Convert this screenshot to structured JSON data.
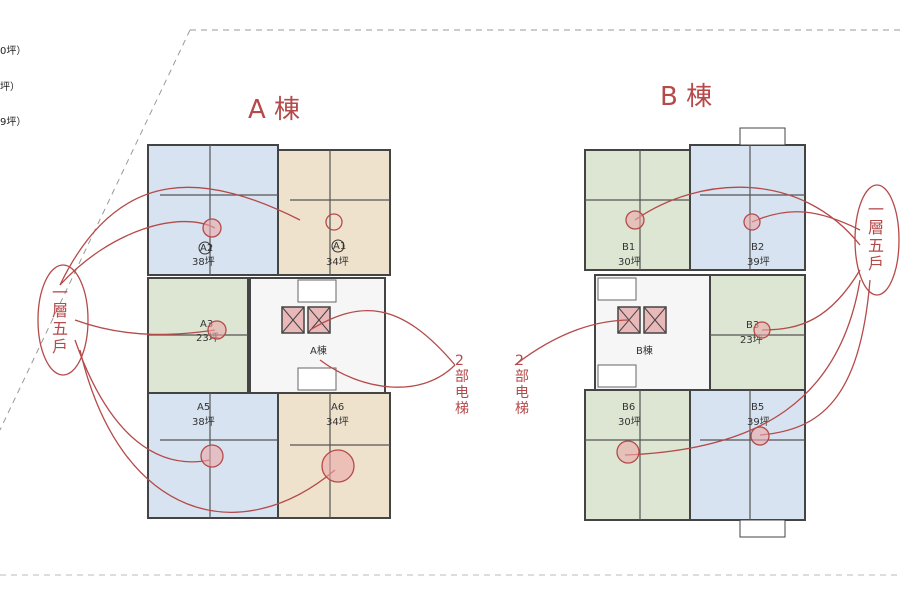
{
  "legend": [
    "0坪）",
    "坪）",
    "9坪）"
  ],
  "building_a": {
    "title": "A 棟",
    "units": [
      {
        "id": "A2",
        "size": "38坪"
      },
      {
        "id": "A1",
        "size": "34坪"
      },
      {
        "id": "A3",
        "size": "23坪"
      },
      {
        "id": "A5",
        "size": "38坪"
      },
      {
        "id": "A6",
        "size": "34坪"
      }
    ],
    "elevator_label": "2\n部\n电\n梯",
    "elevator_note": "A棟",
    "floor_note": "一\n層\n五\n戶"
  },
  "building_b": {
    "title": "B 棟",
    "units": [
      {
        "id": "B1",
        "size": "30坪"
      },
      {
        "id": "B2",
        "size": "39坪"
      },
      {
        "id": "B3",
        "size": "23坪"
      },
      {
        "id": "B6",
        "size": "30坪"
      },
      {
        "id": "B5",
        "size": "39坪"
      }
    ],
    "elevator_label": "2\n部\n电\n梯",
    "elevator_note": "B棟",
    "floor_note": "一\n層\n五\n戶"
  },
  "colors": {
    "blue_unit": "#d7e3f0",
    "beige_unit": "#efe2cc",
    "green_unit": "#dce6d2",
    "wall": "#444444",
    "ink": "#b54a4a"
  }
}
